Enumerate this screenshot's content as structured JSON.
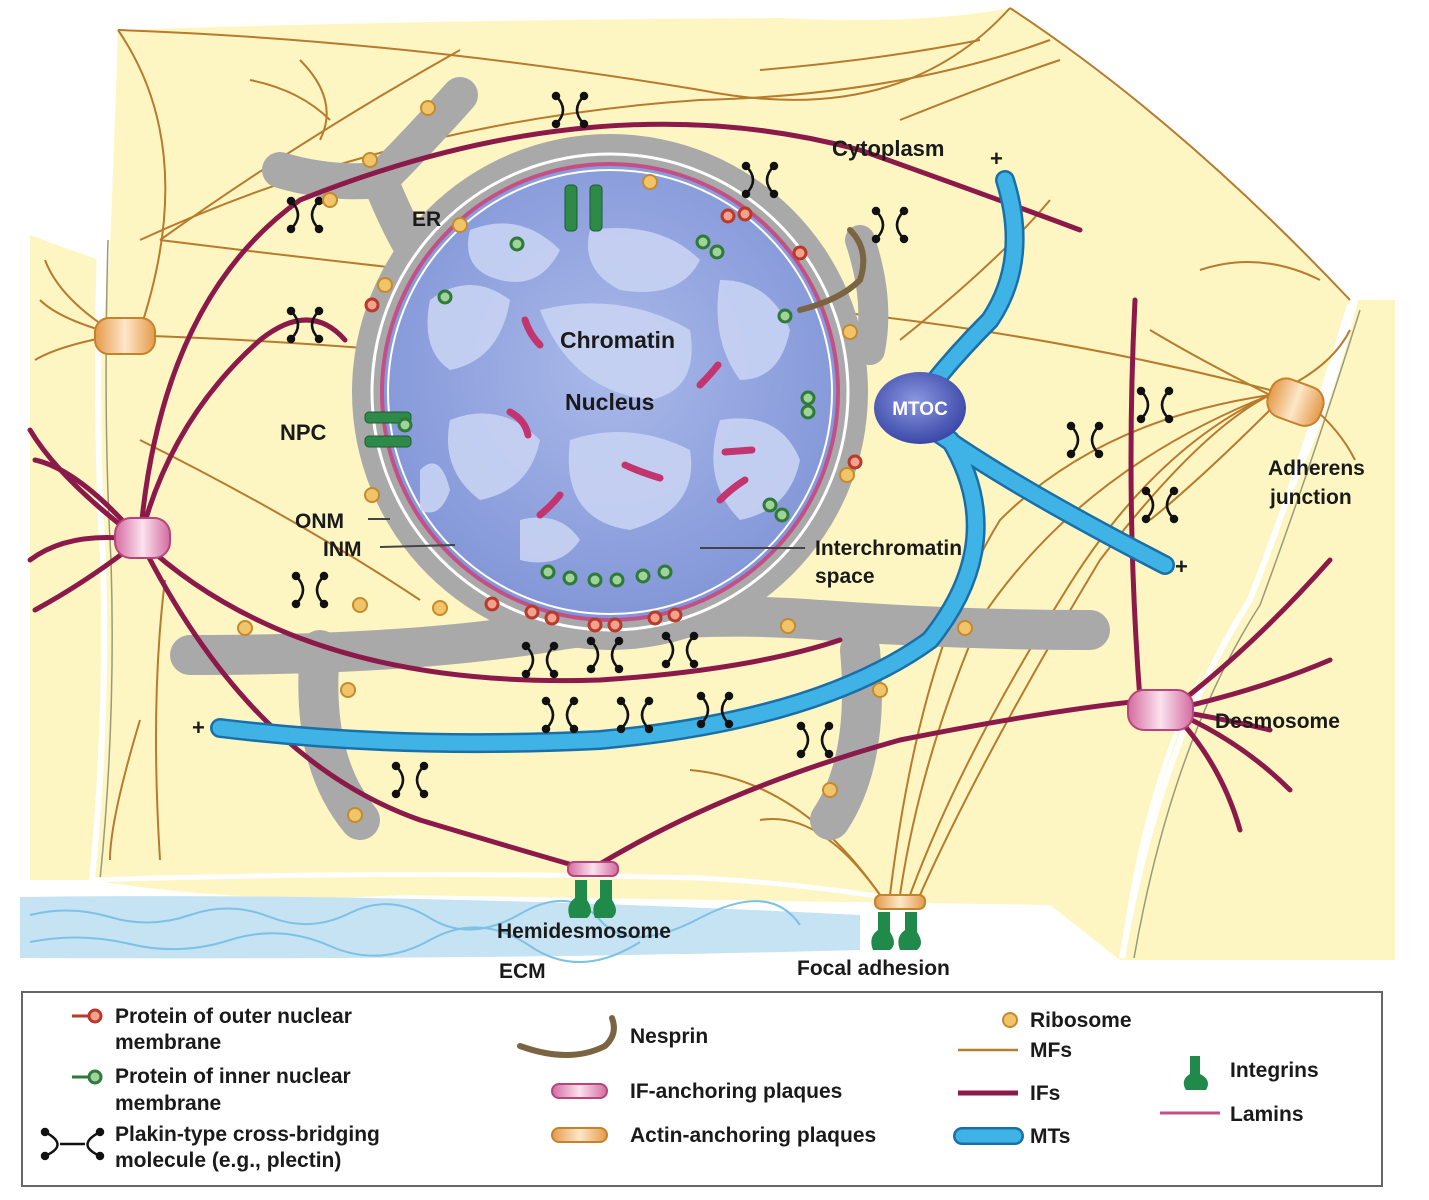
{
  "labels": {
    "cytoplasm": "Cytoplasm",
    "er": "ER",
    "chromatin": "Chromatin",
    "nucleus": "Nucleus",
    "npc": "NPC",
    "onm": "ONM",
    "inm": "INM",
    "mtoc": "MTOC",
    "interchromatin_1": "Interchromatin",
    "interchromatin_2": "space",
    "adherens_1": "Adherens",
    "adherens_2": "junction",
    "desmosome": "Desmosome",
    "hemidesmosome": "Hemidesmosome",
    "ecm": "ECM",
    "focal_adhesion": "Focal adhesion",
    "plus": "+"
  },
  "legend": {
    "outer_protein_1": "Protein of outer nuclear",
    "outer_protein_2": "membrane",
    "inner_protein_1": "Protein of inner nuclear",
    "inner_protein_2": "membrane",
    "plakin_1": "Plakin-type cross-bridging",
    "plakin_2": "molecule (e.g., plectin)",
    "nesprin": "Nesprin",
    "if_plaques": "IF-anchoring plaques",
    "actin_plaques": "Actin-anchoring plaques",
    "ribosome": "Ribosome",
    "mfs": "MFs",
    "ifs": "IFs",
    "mts": "MTs",
    "integrins": "Integrins",
    "lamins": "Lamins"
  },
  "colors": {
    "cytoplasm": "#fdf6c3",
    "if": "#8b1a4a",
    "mf": "#b87a2c",
    "mt": "#3aa7dd",
    "er": "#a9a9a9",
    "nucleus": "#9fb3e6",
    "integrin": "#1f8a4a",
    "ribosome": "#f2c46a"
  }
}
